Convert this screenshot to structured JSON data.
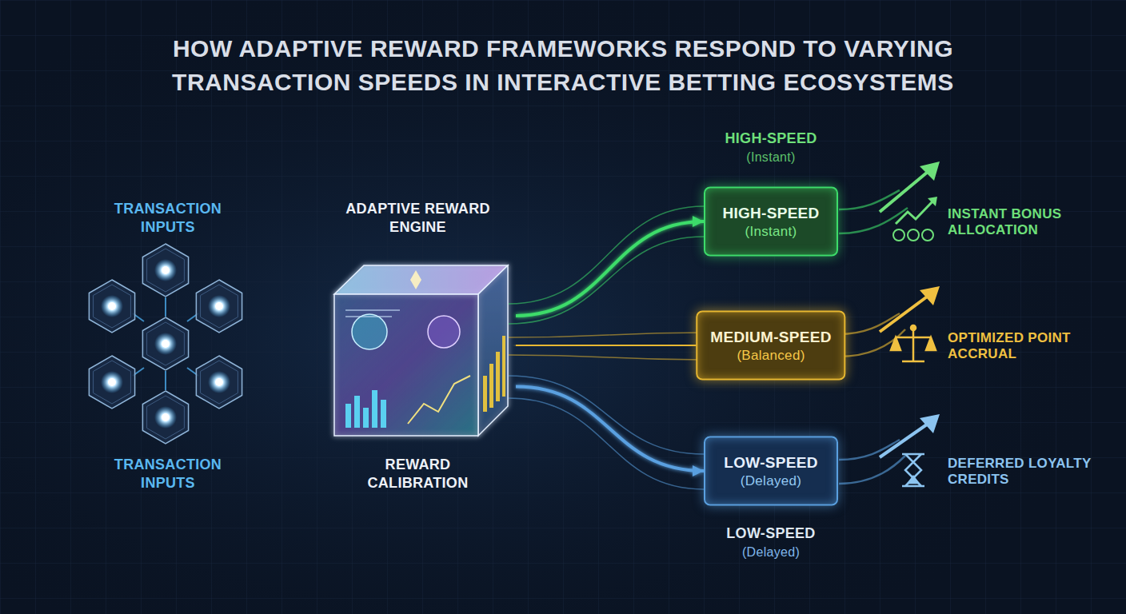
{
  "diagram": {
    "title": "HOW ADAPTIVE REWARD FRAMEWORKS RESPOND TO VARYING TRANSACTION SPEEDS IN INTERACTIVE BETTING ECOSYSTEMS",
    "nodes": [
      {
        "text": [
          "TRANSACTION INPUTS",
          "TRANSACTION INPUTS"
        ]
      },
      {
        "text": [
          "ADAPTIVE REWARD ENGINE",
          "REWARD CALIBRATION"
        ]
      },
      {
        "text": [
          "HIGH-SPEED",
          "(Instant)"
        ]
      },
      {
        "text": [
          "MEDIUM-SPEED",
          "(Balanced)"
        ]
      },
      {
        "text": [
          "LOW-SPEED",
          "(Delayed)"
        ]
      }
    ],
    "edges": [
      {
        "from": 0,
        "to": 1,
        "arrow": "to"
      },
      {
        "from": 1,
        "to": 2,
        "arrow": "to"
      },
      {
        "from": 1,
        "to": 3,
        "arrow": "to"
      },
      {
        "from": 1,
        "to": 4,
        "arrow": "to"
      }
    ],
    "labels": [
      "HIGH-SPEED",
      "(Instant)",
      "INSTANT BONUS ALLOCATION",
      "OPTIMIZED POINT ACCRUAL",
      "LOW-SPEED",
      "(Delayed)",
      "DEFERRED LOYALTY CREDITS"
    ]
  }
}
